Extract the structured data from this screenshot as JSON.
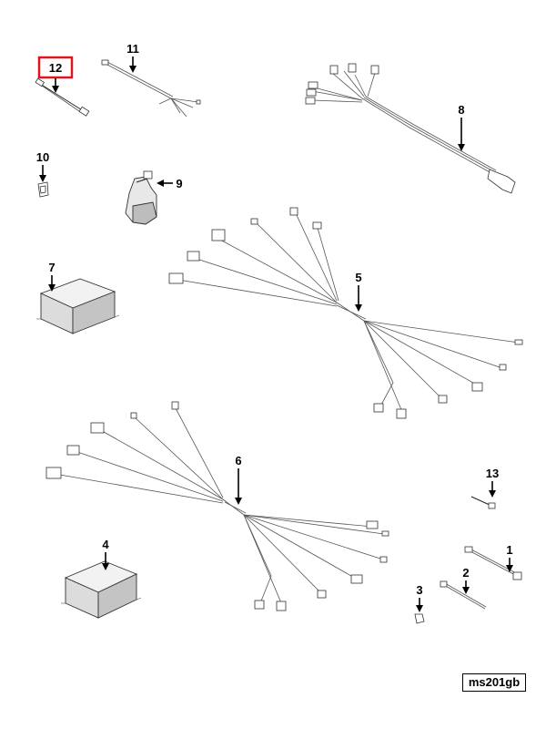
{
  "callouts": {
    "c1": "1",
    "c2": "2",
    "c3": "3",
    "c4": "4",
    "c5": "5",
    "c6": "6",
    "c7": "7",
    "c8": "8",
    "c9": "9",
    "c10": "10",
    "c11": "11",
    "c12": "12",
    "c13": "13"
  },
  "highlighted_callout": "12",
  "highlight_color": "#e0141e",
  "drawing_code": "ms201gb"
}
